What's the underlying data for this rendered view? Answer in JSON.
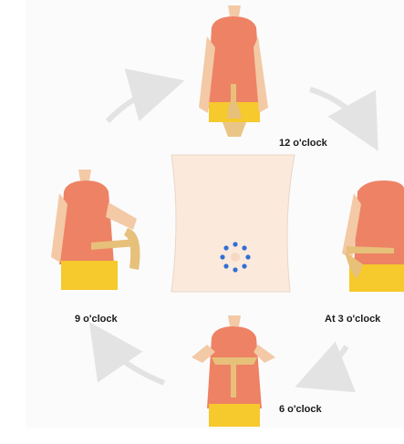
{
  "labels": {
    "top": "12 o'clock",
    "right": "At 3 o'clock",
    "bottom": "6 o'clock",
    "left": "9 o'clock"
  },
  "colors": {
    "shirt": "#ee8264",
    "shorts": "#f6c92c",
    "skin": "#f3c9a6",
    "device": "#e7c07a",
    "abdomen": "#fbe9dc",
    "dots": "#2f6fd6",
    "arrows": "#e3e3e3"
  },
  "icons": {
    "center_marker": "injection-site-ring",
    "arrows": "rotation-arrow"
  }
}
